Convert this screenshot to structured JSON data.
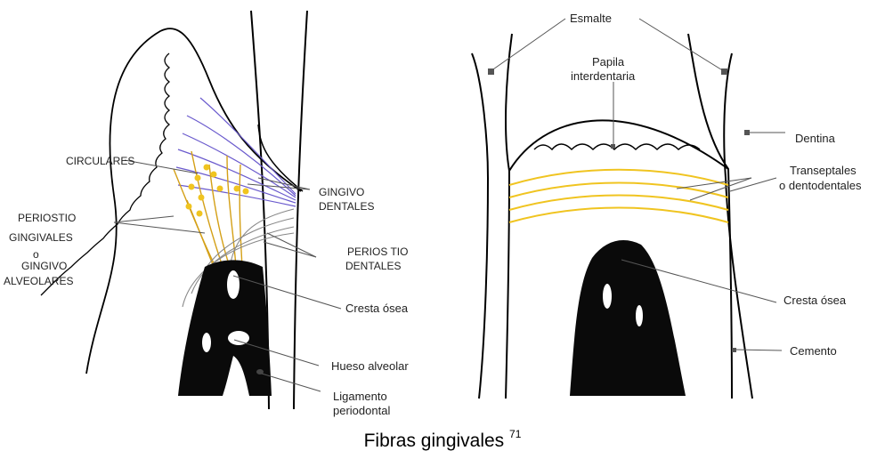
{
  "left_panel": {
    "labels": {
      "circulares": "CIRCULARES",
      "gingivo_dentales_1": "GINGIVO",
      "gingivo_dentales_2": "DENTALES",
      "periostio_gingivales_1": "PERIOSTIO",
      "periostio_gingivales_2": "GINGIVALES",
      "periostio_gingivales_3": "o",
      "periostio_gingivales_4": "GINGIVO",
      "periostio_gingivales_5": "ALVEOLARES",
      "periostio_dentales_1": "PERIOS TIO",
      "periostio_dentales_2": "DENTALES",
      "cresta_osea": "Cresta ósea",
      "hueso_alveolar": "Hueso alveolar",
      "ligamento_1": "Ligamento",
      "ligamento_2": "periodontal"
    }
  },
  "right_panel": {
    "labels": {
      "esmalte": "Esmalte",
      "papila_1": "Papila",
      "papila_2": "interdentaria",
      "dentina": "Dentina",
      "transeptales_1": "Transeptales",
      "transeptales_2": "o dentodentales",
      "cresta_osea": "Cresta ósea",
      "cemento": "Cemento"
    }
  },
  "caption": {
    "text": "Fibras gingivales",
    "ref": "71"
  },
  "colors": {
    "outline": "#000000",
    "fiber_purple": "#6a5acd",
    "fiber_orange": "#d4a017",
    "fiber_yellow": "#f0c420",
    "bone": "#0a0a0a",
    "leader": "#555555"
  }
}
